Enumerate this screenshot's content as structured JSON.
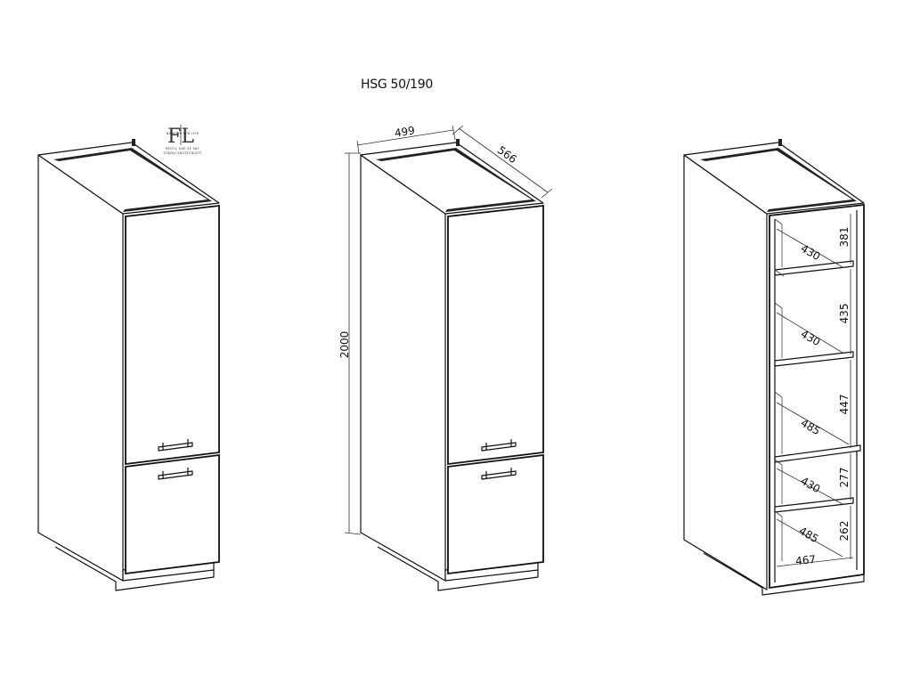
{
  "title": "HSG 50/190",
  "logo": {
    "monogram": "FL",
    "tagline": "NÁBYTEK FOR LIFE",
    "subtagline_1": "MÍSTO, KDE SE SNY",
    "subtagline_2": "STÁVAJÍ SKUTEČNOSTÍ"
  },
  "dimensions": {
    "width": "499",
    "depth": "566",
    "height": "2000"
  },
  "interior": {
    "shelf_depths": [
      "430",
      "430",
      "485",
      "430",
      "485"
    ],
    "compartment_heights": [
      "381",
      "435",
      "447",
      "277",
      "262"
    ],
    "bottom_width": "467"
  }
}
